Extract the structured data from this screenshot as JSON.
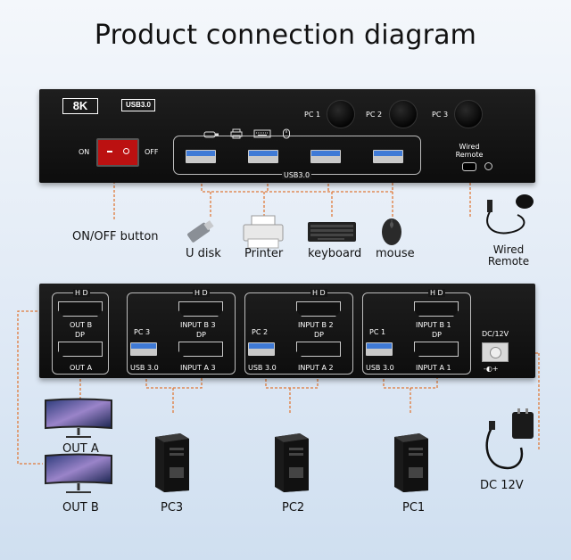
{
  "title": "Product connection diagram",
  "front": {
    "badge_8k": "8K",
    "badge_usb": "USB3.0",
    "power_on": "ON",
    "power_off": "OFF",
    "pc_buttons": [
      "PC 1",
      "PC 2",
      "PC 3"
    ],
    "usb_label": "USB3.0",
    "wired_remote": "Wired Remote"
  },
  "front_callouts": {
    "power_button": "ON/OFF button",
    "devices": [
      "U disk",
      "Printer",
      "keyboard",
      "mouse"
    ],
    "remote": "Wired Remote"
  },
  "back": {
    "groups": [
      {
        "pc": "PC 3",
        "usb": "USB 3.0",
        "hd_label": "H D",
        "hd_port": "INPUT B 3",
        "dp_label": "DP",
        "dp_port": "INPUT A 3"
      },
      {
        "pc": "PC 2",
        "usb": "USB 3.0",
        "hd_label": "H D",
        "hd_port": "INPUT B 2",
        "dp_label": "DP",
        "dp_port": "INPUT A 2"
      },
      {
        "pc": "PC 1",
        "usb": "USB 3.0",
        "hd_label": "H D",
        "hd_port": "INPUT B 1",
        "dp_label": "DP",
        "dp_port": "INPUT A 1"
      }
    ],
    "output": {
      "hd_label": "H D",
      "hd_port": "OUT B",
      "dp_label": "DP",
      "dp_port": "OUT A"
    },
    "dc_label": "DC/12V",
    "dc_symbol": "-◐+"
  },
  "back_callouts": {
    "monitors": [
      "OUT A",
      "OUT B"
    ],
    "pcs": [
      "PC3",
      "PC2",
      "PC1"
    ],
    "power": "DC 12V"
  },
  "colors": {
    "connector_line": "#e07a3a",
    "usb_blue": "#3f7ad6"
  }
}
